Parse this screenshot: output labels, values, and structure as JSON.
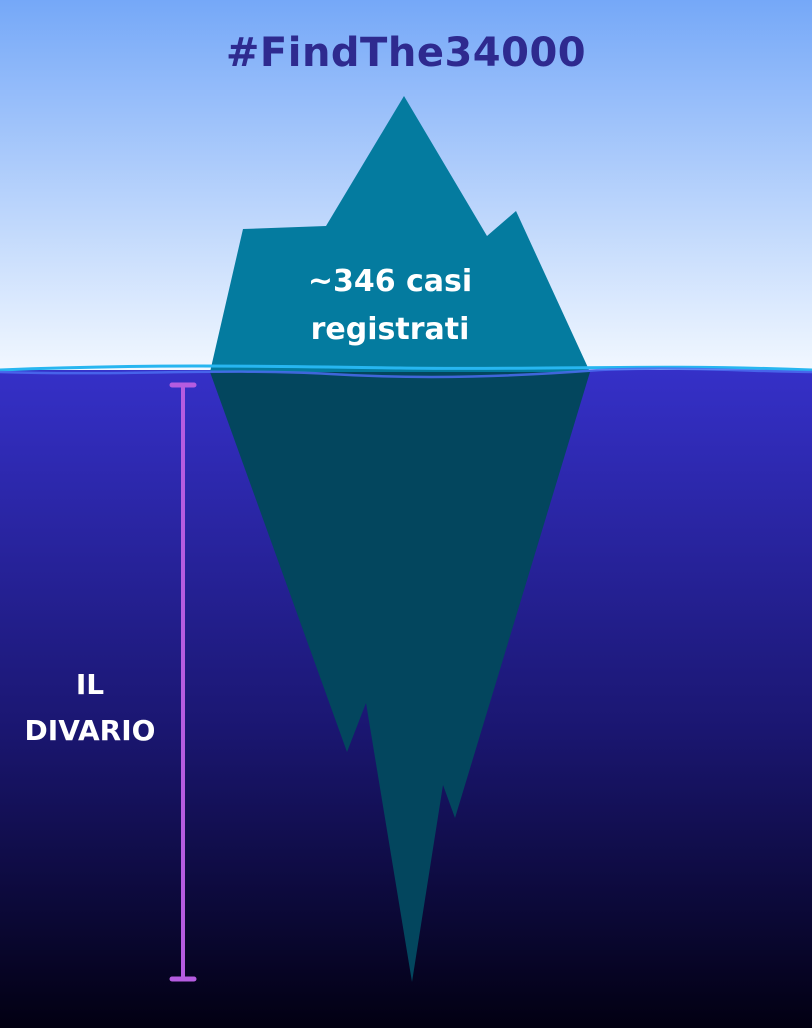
{
  "title": "#FindThe34000",
  "tip": {
    "line1": "~346 casi",
    "line2": "registrati"
  },
  "gap": {
    "line1": "IL",
    "line2": "DIVARIO"
  },
  "colors": {
    "sky_top": "#75a8f8",
    "sky_bottom": "#f2f8ff",
    "water_top": "#3530c8",
    "water_bottom": "#020012",
    "iceberg_above": "#047b9f",
    "iceberg_below": "#03465e",
    "waterline": "#27b6f0",
    "bracket": "#b55ce0",
    "title_text": "#2e2a8f"
  }
}
